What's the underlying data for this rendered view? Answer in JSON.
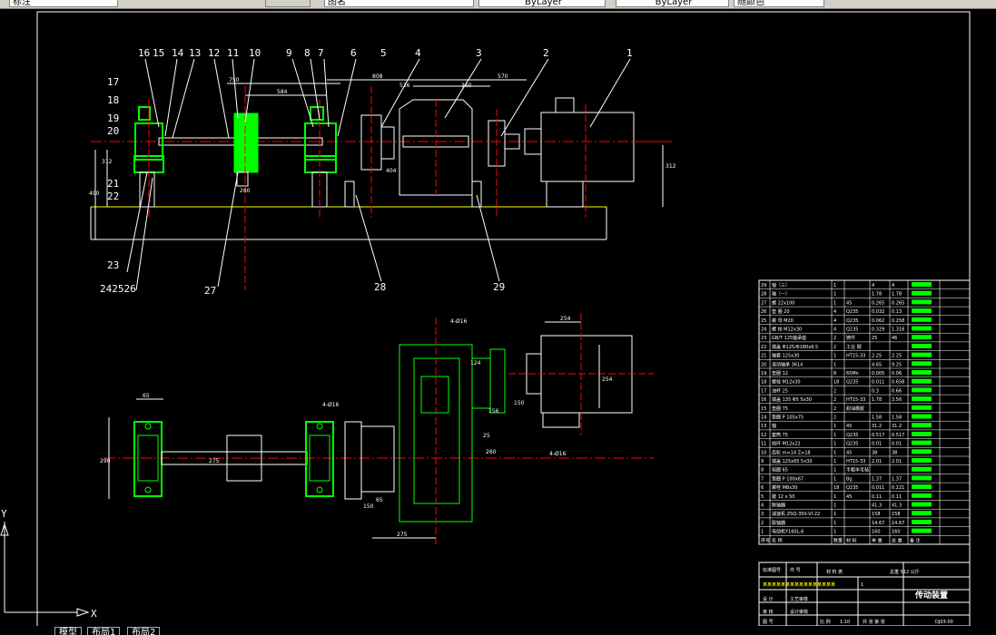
{
  "toolbar": {
    "layer_name": "标注",
    "style_name": "图名",
    "linetype_1": "ByLayer",
    "linetype_2": "ByLayer",
    "color_name": "随颜色"
  },
  "tabs": [
    "模型",
    "布局1",
    "布局2"
  ],
  "ucs": {
    "x": "X",
    "y": "Y"
  },
  "part_labels_top": [
    "16",
    "15",
    "14",
    "13",
    "12",
    "11",
    "10",
    "9",
    "8",
    "7",
    "6",
    "5",
    "4",
    "3",
    "2",
    "1"
  ],
  "part_labels_left": [
    "17",
    "18",
    "19",
    "20",
    "21",
    "22",
    "23",
    "242526"
  ],
  "part_labels_bottom": [
    "27",
    "28",
    "29"
  ],
  "top_dims": [
    "750",
    "584",
    "808",
    "536",
    "360",
    "570",
    "404",
    "312",
    "490",
    "260",
    "312"
  ],
  "plan_dims": [
    "4-Ø16",
    "254",
    "254",
    "65",
    "290",
    "4-Ø16",
    "275",
    "150",
    "124",
    "156",
    "260",
    "25",
    "65",
    "150",
    "4-Ø16",
    "275"
  ],
  "bom_rows": [
    [
      "29",
      "轴（三）",
      "1",
      "",
      "4",
      "4"
    ],
    [
      "28",
      "轴（一）",
      "1",
      "",
      "1.78",
      "1.78"
    ],
    [
      "27",
      "螺 22x100",
      "1",
      "45",
      "0.265",
      "0.265"
    ],
    [
      "26",
      "垫 圈 20",
      "4",
      "Q235",
      "0.032",
      "0.13"
    ],
    [
      "25",
      "螺 母 M20",
      "4",
      "Q235",
      "0.062",
      "0.258"
    ],
    [
      "24",
      "螺 栓 M12x30",
      "4",
      "Q235",
      "0.329",
      "1.316"
    ],
    [
      "23",
      "GB/T 125轴承座",
      "2",
      "铸件",
      "25",
      "46"
    ],
    [
      "22",
      "端盖 Φ125/Φ180x6.5",
      "2",
      "工业 钢",
      "",
      ""
    ],
    [
      "21",
      "轴套 125x30",
      "1",
      "HT15-33",
      "2.25",
      "2.25"
    ],
    [
      "20",
      "滚动轴承 3614",
      "1",
      "",
      "4.65",
      "9.25"
    ],
    [
      "19",
      "垫圈 12",
      "8",
      "65Mn",
      "0.005",
      "0.06"
    ],
    [
      "18",
      "螺栓 M12x30",
      "18",
      "Q235",
      "0.011",
      "0.658"
    ],
    [
      "17",
      "油杯 25",
      "2",
      "",
      "0.3",
      "0.66"
    ],
    [
      "16",
      "端盖 135 Φ5 5x30",
      "2",
      "HT15-33",
      "1.78",
      "3.56"
    ],
    [
      "15",
      "垫圈 75",
      "2",
      "耐油橡胶",
      "",
      ""
    ],
    [
      "14",
      "垫圈 P 105x75",
      "2",
      "",
      "1.58",
      "1.58"
    ],
    [
      "13",
      "轴",
      "1",
      "45",
      "31.2",
      "31.2"
    ],
    [
      "12",
      "套筒 75",
      "1",
      "Q235",
      "0.517",
      "0.517"
    ],
    [
      "11",
      "挡环 M12x22",
      "1",
      "Q235",
      "0.01",
      "0.01"
    ],
    [
      "10",
      "齿轮 m=14 Z=18",
      "1",
      "45",
      "38",
      "38"
    ],
    [
      "9",
      "端盖 125x65 5x30",
      "1",
      "HT15-33",
      "2.01",
      "2.01"
    ],
    [
      "8",
      "毡圈 65",
      "1",
      "半粗羊毛毡",
      "",
      ""
    ],
    [
      "7",
      "垫圈 P 100x67",
      "1",
      "Bg",
      "1.37",
      "1.37"
    ],
    [
      "6",
      "螺栓 M8x30",
      "18",
      "Q235",
      "0.011",
      "0.221"
    ],
    [
      "5",
      "键 12 x 50",
      "1",
      "45",
      "0.11",
      "0.11"
    ],
    [
      "4",
      "联轴器",
      "1",
      "",
      "41.3",
      "41.3"
    ],
    [
      "3",
      "减速机 ZSQ-350-VI-22",
      "1",
      "",
      "158",
      "158"
    ],
    [
      "2",
      "联轴器",
      "1",
      "",
      "14.67",
      "14.67"
    ],
    [
      "1",
      "电动机Y160L-6",
      "1",
      "",
      "160",
      "160"
    ]
  ],
  "bom_header": [
    "序号",
    "名 称",
    "数量",
    "材 料",
    "单 重",
    "总 重",
    "备 注"
  ],
  "title_block": {
    "title": "传动装置",
    "drawing_no": "DJ03-00",
    "scale": "1:10",
    "weight": "总重 512 公斤",
    "material": "材 料 表",
    "school": "某某某某某某某某某某某某某某某某",
    "design": "设 计",
    "check": "审 核",
    "qty_label": "1",
    "sheet": "共 张 第 张",
    "ratio_label": "比 例",
    "row_cell_1": "标准图号",
    "row_cell_2": "件 号",
    "row_cell_3": "工艺审核",
    "row_cell_4": "设计审核",
    "row_cell_5": "图 号"
  },
  "colors": {
    "background": "#000000",
    "part": "#00ff00",
    "centerline": "#ff0000",
    "outline": "#ffffff",
    "base": "#ffff00",
    "toolbar": "#d4d0c8"
  }
}
